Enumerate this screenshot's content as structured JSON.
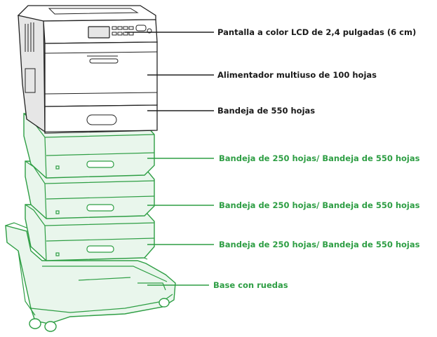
{
  "colors": {
    "printer_line": "#222222",
    "printer_fill": "#ffffff",
    "printer_shade": "#e6e6e6",
    "accessory_line": "#2e9e44",
    "accessory_fill": "#e9f6ec",
    "accessory_face": "#ffffff"
  },
  "labels": {
    "display": "Pantalla a color LCD de 2,4 pulgadas (6 cm)",
    "feeder": "Alimentador multiuso de 100 hojas",
    "std_tray": "Bandeja de 550 hojas",
    "opt_tray_1": "Bandeja de 250 hojas/ Bandeja de 550 hojas",
    "opt_tray_2": "Bandeja de 250 hojas/ Bandeja de 550 hojas",
    "opt_tray_3": "Bandeja de 250 hojas/ Bandeja de 550 hojas",
    "caster_base": "Base con ruedas"
  }
}
